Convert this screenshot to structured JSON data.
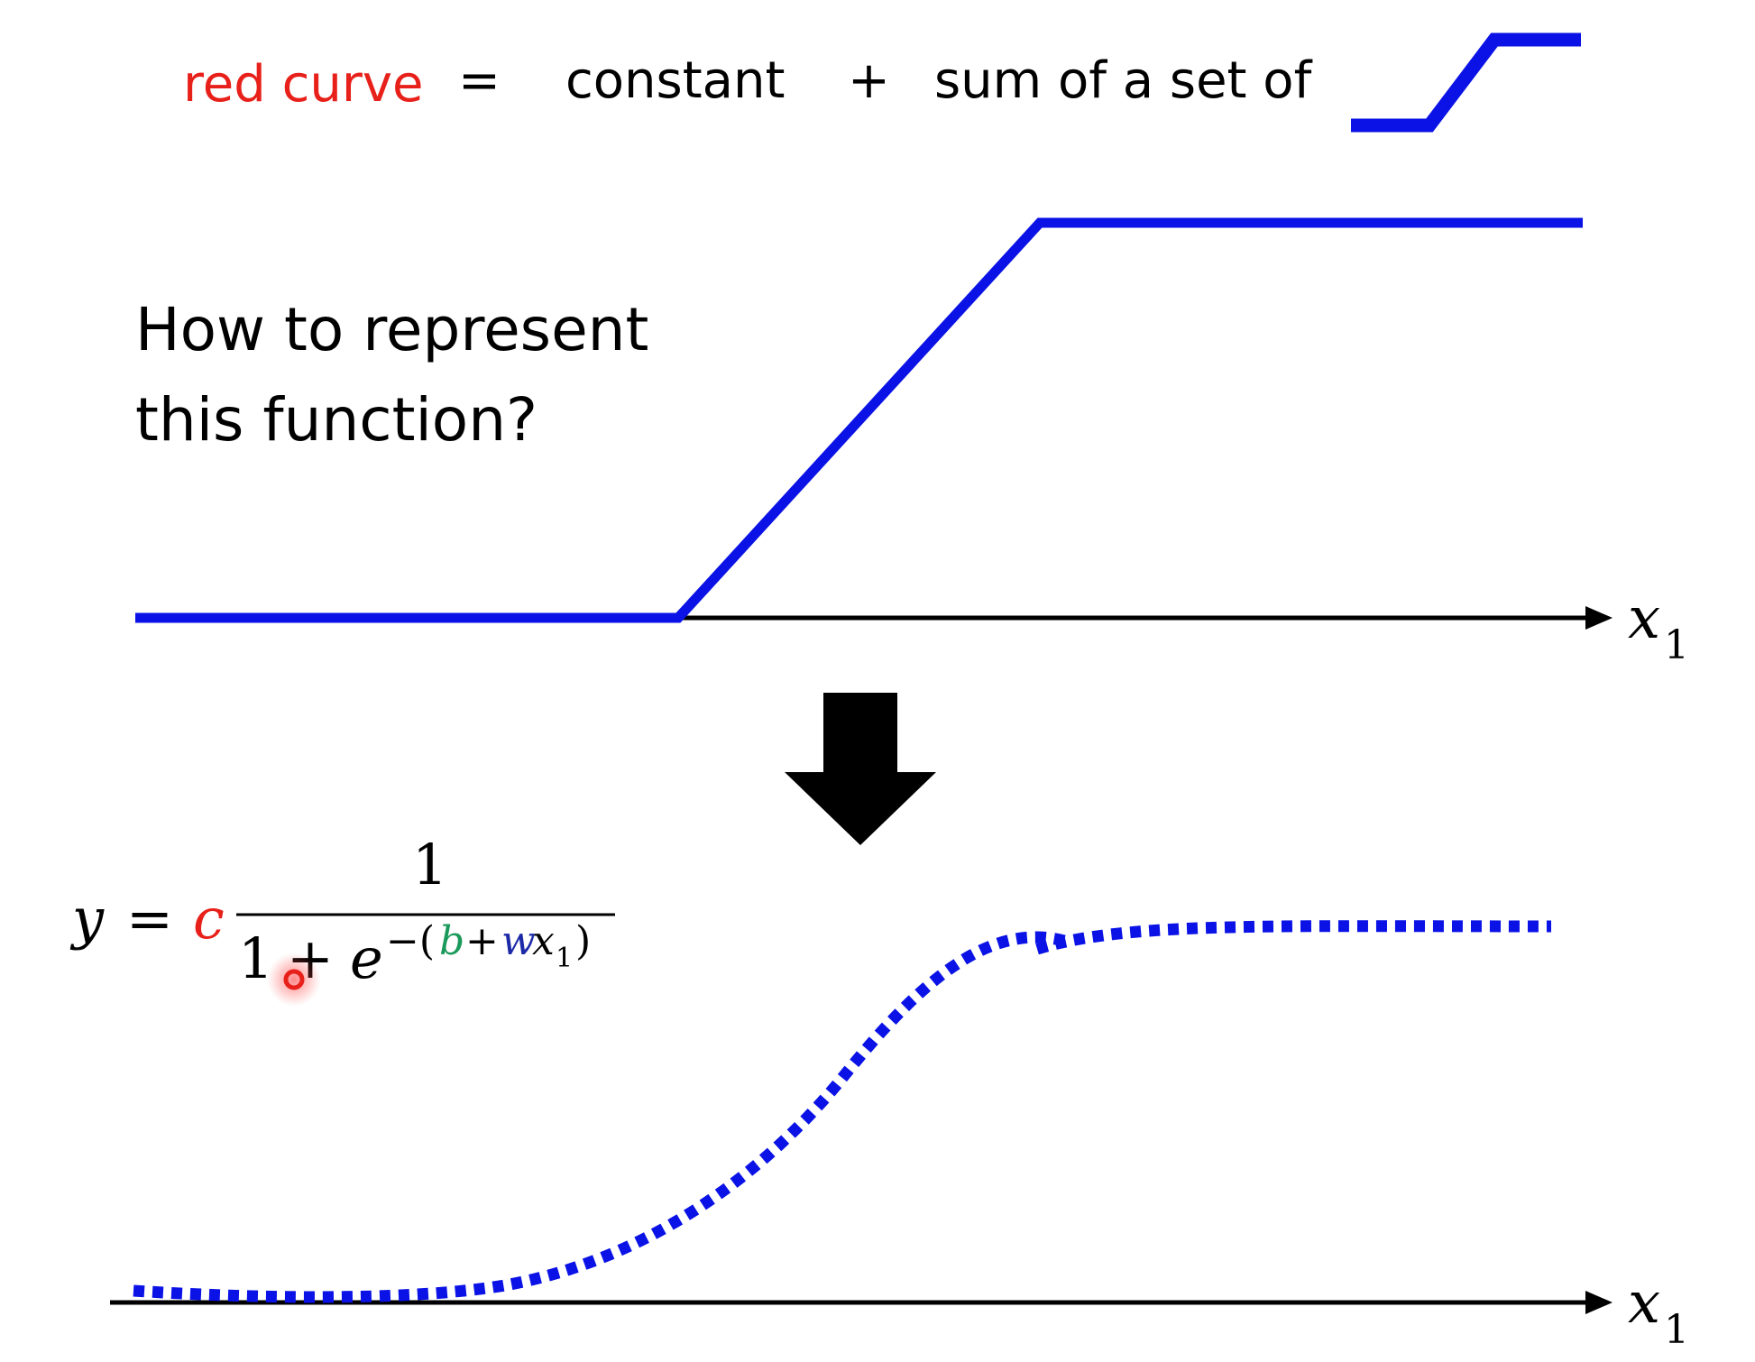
{
  "header": {
    "red_curve": "red curve",
    "equals": "=",
    "constant": "constant",
    "plus": "+",
    "sum_of": "sum of a set of"
  },
  "question": {
    "line1": "How to represent",
    "line2": "this function?"
  },
  "axes": {
    "x_var": "x",
    "x_sub": "1"
  },
  "formula": {
    "y": "y",
    "eq": "=",
    "c": "c",
    "numerator": "1",
    "denom_one": "1",
    "denom_plus": "+",
    "e": "e",
    "exp_minus": "−(",
    "b": "b",
    "exp_plus": "+",
    "w": "w",
    "x": "x",
    "x_sub": "1",
    "close_paren": ")"
  },
  "colors": {
    "red": "#e8201a",
    "blue": "#0a12e6",
    "green": "#1a9a5a",
    "navy": "#1c2aa8",
    "black": "#000000"
  },
  "icons": {
    "arrow": "down-arrow-icon",
    "cursor": "red-pointer-dot"
  }
}
